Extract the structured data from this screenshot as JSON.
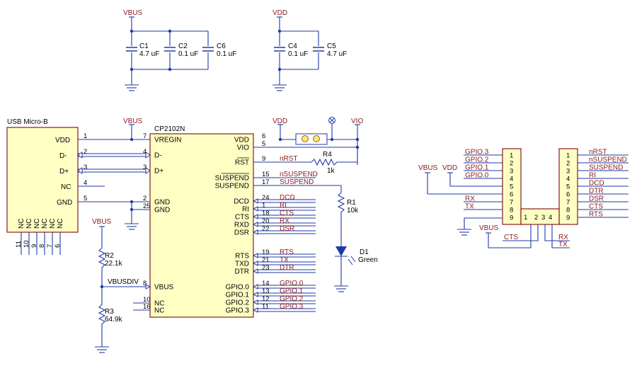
{
  "colors": {
    "wire": "#1f3aa6",
    "net_label": "#8b1a1a",
    "chip_fill": "#ffffc4",
    "chip_border": "#8b1a1a"
  },
  "rails": {
    "vbus": "VBUS",
    "vdd": "VDD",
    "vio": "VIO"
  },
  "capacitors": [
    {
      "ref": "C1",
      "value": "4.7 uF"
    },
    {
      "ref": "C2",
      "value": "0.1 uF"
    },
    {
      "ref": "C6",
      "value": "0.1 uF"
    },
    {
      "ref": "C4",
      "value": "0.1 uF"
    },
    {
      "ref": "C5",
      "value": "4.7 uF"
    }
  ],
  "usb": {
    "title": "USB Micro-B",
    "pins": [
      {
        "name": "VDD",
        "num": "1"
      },
      {
        "name": "D-",
        "num": "2"
      },
      {
        "name": "D+",
        "num": "3"
      },
      {
        "name": "NC",
        "num": "4"
      },
      {
        "name": "GND",
        "num": "5"
      }
    ],
    "bottom_nc": [
      "NC",
      "NC",
      "NC",
      "NC",
      "NC",
      "NC"
    ],
    "bottom_nums": [
      "11",
      "10",
      "9",
      "8",
      "7",
      "6"
    ]
  },
  "chip": {
    "title": "CP2102N",
    "left_pins": [
      {
        "name": "VREGIN",
        "num": "7"
      },
      {
        "name": "D-",
        "num": "4"
      },
      {
        "name": "D+",
        "num": "3"
      },
      {
        "name": "GND",
        "num": "2"
      },
      {
        "name": "GND",
        "num": "25"
      },
      {
        "name": "VBUS",
        "num": "8"
      },
      {
        "name": "NC",
        "num": "10"
      },
      {
        "name": "NC",
        "num": "16"
      }
    ],
    "right_pins": [
      {
        "name": "VDD",
        "num": "6"
      },
      {
        "name": "VIO",
        "num": "5"
      },
      {
        "name": "RST",
        "num": "9",
        "net": "nRST"
      },
      {
        "name": "SUSPEND",
        "num": "15",
        "net": "nSUSPEND"
      },
      {
        "name": "SUSPEND",
        "num": "17",
        "net": "SUSPEND"
      },
      {
        "name": "DCD",
        "num": "24",
        "net": "DCD"
      },
      {
        "name": "RI",
        "num": "1",
        "net": "RI"
      },
      {
        "name": "CTS",
        "num": "18",
        "net": "CTS"
      },
      {
        "name": "RXD",
        "num": "20",
        "net": "RX"
      },
      {
        "name": "DSR",
        "num": "22",
        "net": "DSR"
      },
      {
        "name": "RTS",
        "num": "19",
        "net": "RTS"
      },
      {
        "name": "TXD",
        "num": "21",
        "net": "TX"
      },
      {
        "name": "DTR",
        "num": "23",
        "net": "DTR"
      },
      {
        "name": "GPIO.0",
        "num": "14",
        "net": "GPIO.0"
      },
      {
        "name": "GPIO.1",
        "num": "13",
        "net": "GPIO.1"
      },
      {
        "name": "GPIO.2",
        "num": "12",
        "net": "GPIO.2"
      },
      {
        "name": "GPIO.3",
        "num": "11",
        "net": "GPIO.3"
      }
    ]
  },
  "resistors": [
    {
      "ref": "R4",
      "value": "1k"
    },
    {
      "ref": "R1",
      "value": "10k"
    },
    {
      "ref": "R2",
      "value": "22.1k"
    },
    {
      "ref": "R3",
      "value": "64.9k"
    }
  ],
  "led": {
    "ref": "D1",
    "value": "Green"
  },
  "vbusdiv": "VBUSDIV",
  "header_left": {
    "labels": [
      "GPIO.3",
      "GPIO.2",
      "GPIO.1",
      "GPIO.0",
      "",
      "",
      "RX",
      "TX",
      ""
    ],
    "nums": [
      "1",
      "2",
      "3",
      "4",
      "5",
      "6",
      "7",
      "8",
      "9"
    ]
  },
  "header_right": {
    "labels": [
      "nRST",
      "nSUSPEND",
      "SUSPEND",
      "RI",
      "DCD",
      "DTR",
      "DSR",
      "CTS",
      "RTS"
    ],
    "nums": [
      "1",
      "2",
      "3",
      "4",
      "5",
      "6",
      "7",
      "8",
      "9"
    ]
  },
  "header_bottom": {
    "nums": [
      "1",
      "2",
      "3",
      "4"
    ],
    "cts": "CTS",
    "rx": "RX",
    "tx": "TX"
  }
}
